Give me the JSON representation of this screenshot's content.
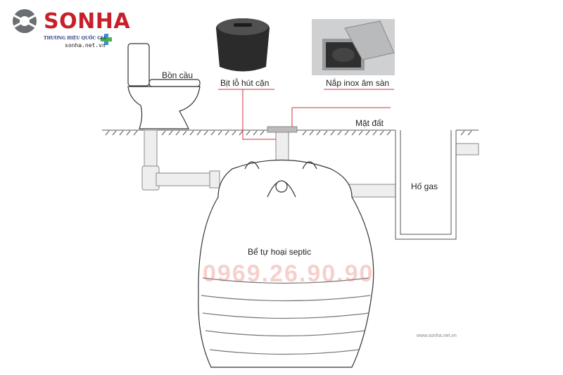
{
  "brand": {
    "name": "SONHA",
    "slogan": "THƯƠNG HIỆU QUỐC GIA",
    "website": "sonha.net.vn"
  },
  "labels": {
    "toilet": "Bồn cầu",
    "cleanout_cap": "Bịt lỗ hút cặn",
    "floor_lid": "Nắp inox âm sàn",
    "ground": "Mặt đất",
    "grease_pit": "Hố gas",
    "septic_tank": "Bể tự hoại septic"
  },
  "watermark_phone": "0969.26.90.90",
  "footer_url": "www.sonha.net.vn",
  "colors": {
    "brand_red": "#c8202a",
    "callout_red": "#d0303a"
  }
}
